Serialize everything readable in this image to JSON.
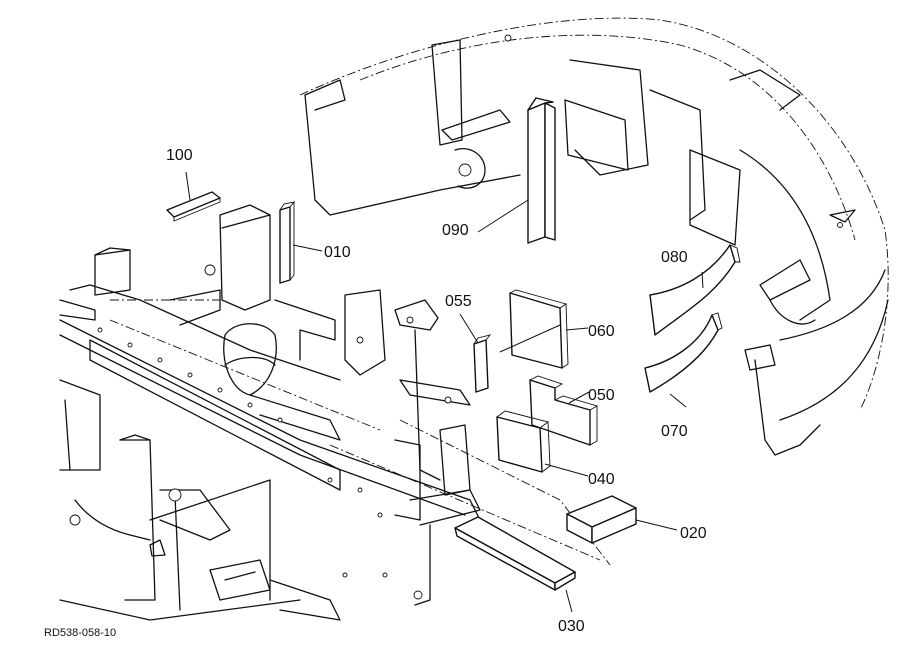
{
  "parts": [
    {
      "id": "p100",
      "label": "100"
    },
    {
      "id": "p010",
      "label": "010"
    },
    {
      "id": "p090",
      "label": "090"
    },
    {
      "id": "p080",
      "label": "080"
    },
    {
      "id": "p055",
      "label": "055"
    },
    {
      "id": "p060",
      "label": "060"
    },
    {
      "id": "p050",
      "label": "050"
    },
    {
      "id": "p070",
      "label": "070"
    },
    {
      "id": "p040",
      "label": "040"
    },
    {
      "id": "p020",
      "label": "020"
    },
    {
      "id": "p030",
      "label": "030"
    }
  ],
  "reference_code": "RD538-058-10",
  "colors": {
    "ink": "#111111",
    "background": "#ffffff"
  }
}
